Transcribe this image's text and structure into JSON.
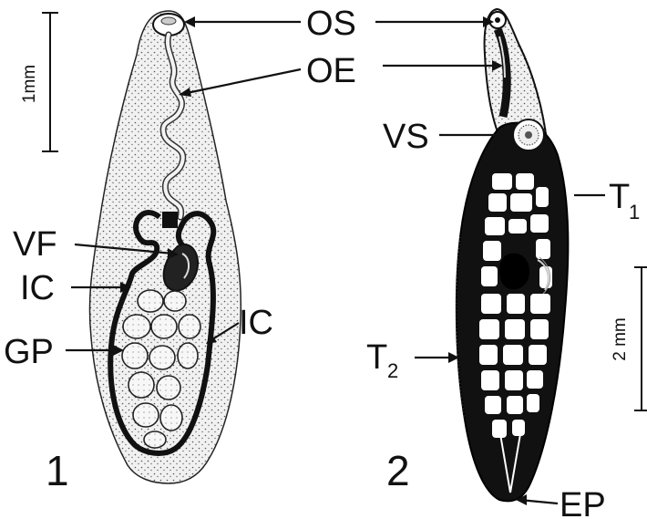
{
  "figure": {
    "labels": {
      "os": "OS",
      "oe": "OE",
      "vs": "VS",
      "t1": "T",
      "t1_sub": "1",
      "t2": "T",
      "t2_sub": "2",
      "vf": "VF",
      "ic_left": "IC",
      "ic_right": "IC",
      "gp": "GP",
      "ep": "EP"
    },
    "panel_numbers": {
      "left": "1",
      "right": "2"
    },
    "scale_bars": {
      "left": "1mm",
      "right": "2 mm"
    },
    "colors": {
      "ink": "#111111",
      "stipple_bg": "#efefef",
      "cell_fill": "#ffffff"
    }
  }
}
